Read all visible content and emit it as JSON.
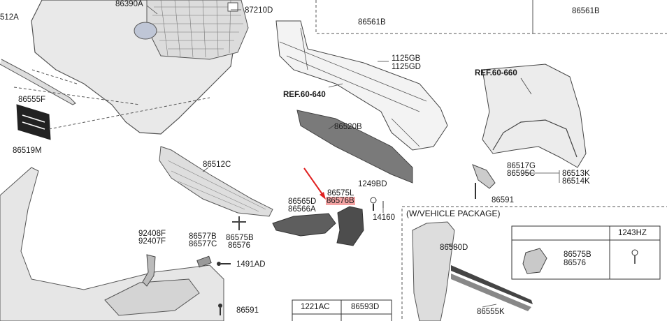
{
  "labels": {
    "p512a": "512A",
    "p86390a": "86390A",
    "p87210d": "87210D",
    "p86561b_1": "86561B",
    "p86561b_2": "86561B",
    "p1125gb": "1125GB",
    "p1125gd": "1125GD",
    "p86555f": "86555F",
    "p86519m": "86519M",
    "p86520b": "86520B",
    "p86512c": "86512C",
    "p1249bd": "1249BD",
    "p86575l": "86575L",
    "p86576b": "86576B",
    "p86565d": "86565D",
    "p86566a": "86566A",
    "p14160": "14160",
    "p92408f": "92408F",
    "p92407f": "92407F",
    "p86577b": "86577B",
    "p86577c": "86577C",
    "p86575b": "86575B",
    "p86576": "86576",
    "p1491ad": "1491AD",
    "p86591_1": "86591",
    "p86517g": "86517G",
    "p86595c": "86595C",
    "p86513k": "86513K",
    "p86514k": "86514K",
    "p86591_2": "86591",
    "p86580d": "86580D",
    "p86555k": "86555K",
    "p86575b_2": "86575B",
    "p86576_2": "86576"
  },
  "refs": {
    "ref640": "REF.60-640",
    "ref660": "REF.60-660"
  },
  "package_box": {
    "title": "(W/VEHICLE PACKAGE)"
  },
  "table_1243": {
    "header": "1243HZ"
  },
  "table_bottom": {
    "col1": "1221AC",
    "col2": "86593D"
  },
  "colors": {
    "highlight": "#f4a3a3",
    "arrow": "#e02020",
    "part_fill": "#e8e8e8",
    "line": "#444444"
  }
}
